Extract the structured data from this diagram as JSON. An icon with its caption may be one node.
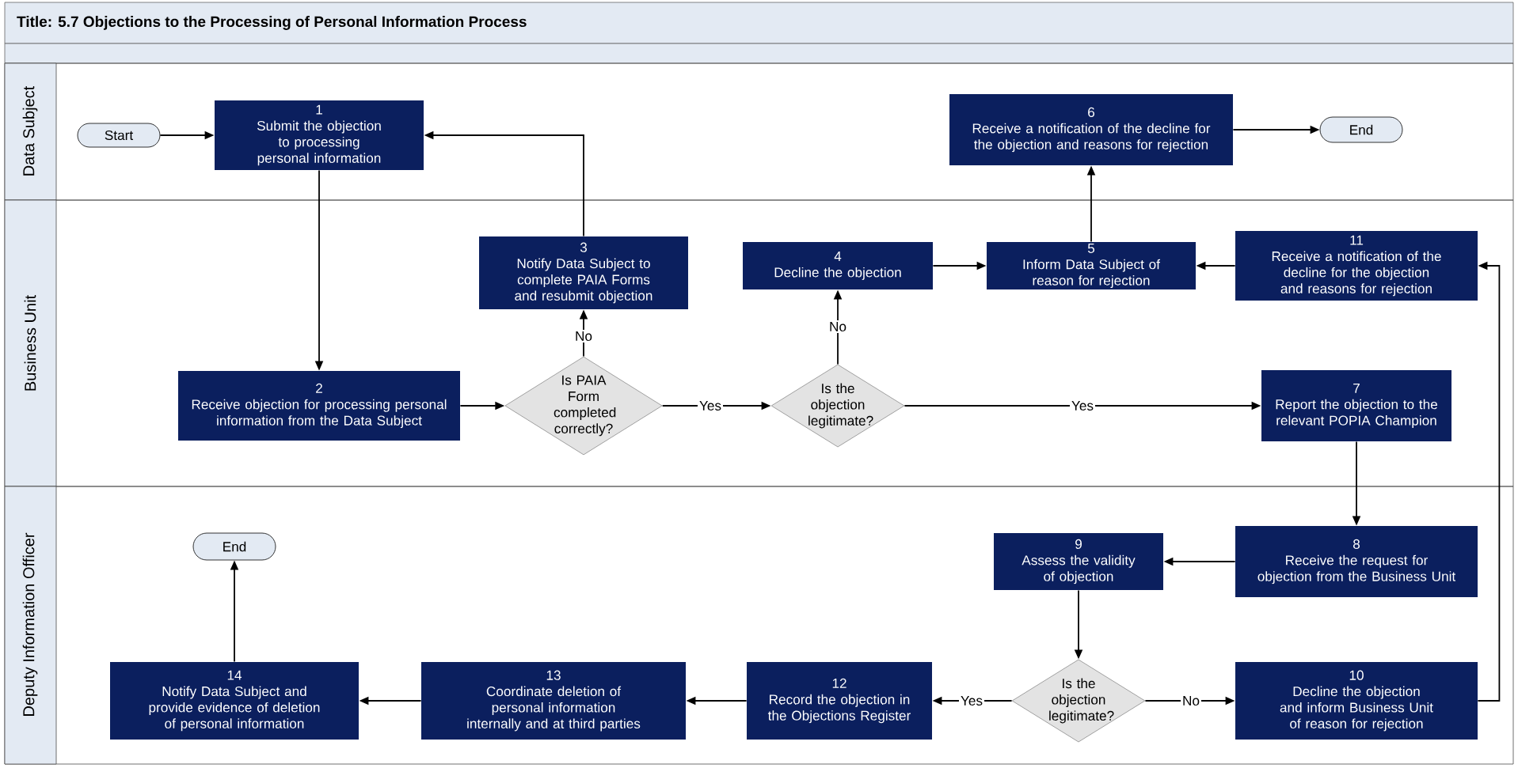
{
  "diagram": {
    "title": "Title: 5.7 Objections to the Processing of Personal Information Process",
    "nodes": [
      {
        "text": [
          "Data Subject"
        ]
      },
      {
        "text": [
          "Business Unit"
        ]
      },
      {
        "text": [
          "Deputy Information Officer"
        ]
      },
      {
        "text": [
          "Start"
        ],
        "in": 0
      },
      {
        "text": [
          "1",
          "Submit the objection to processing personal information"
        ],
        "in": 0
      },
      {
        "text": [
          "6",
          "Receive a notification of the decline for the objection and reasons for rejection"
        ],
        "in": 0
      },
      {
        "text": [
          "End"
        ],
        "in": 0
      },
      {
        "text": [
          "3",
          "Notify Data Subject to complete PAIA Forms and resubmit objection"
        ],
        "in": 1
      },
      {
        "text": [
          "4",
          "Decline the objection"
        ],
        "in": 1
      },
      {
        "text": [
          "5",
          "Inform Data Subject of reason for rejection"
        ],
        "in": 1
      },
      {
        "text": [
          "11",
          "Receive a notification of the decline for the objection and reasons for rejection"
        ],
        "in": 1
      },
      {
        "text": [
          "2",
          "Receive objection for processing personal information from the Data Subject"
        ],
        "in": 1
      },
      {
        "text": [
          "Is PAIA Form completed correctly?"
        ],
        "in": 1
      },
      {
        "text": [
          "Is the objection legitimate?"
        ],
        "in": 1
      },
      {
        "text": [
          "7",
          "Report the objection to the relevant POPIA Champion"
        ],
        "in": 1
      },
      {
        "text": [
          "End"
        ],
        "in": 2
      },
      {
        "text": [
          "9",
          "Assess the validity of objection"
        ],
        "in": 2
      },
      {
        "text": [
          "8",
          "Receive the request for objection from the Business Unit"
        ],
        "in": 2
      },
      {
        "text": [
          "14",
          "Notify Data Subject and provide evidence of deletion of personal information"
        ],
        "in": 2
      },
      {
        "text": [
          "13",
          "Coordinate deletion of personal information internally and at third parties"
        ],
        "in": 2
      },
      {
        "text": [
          "12",
          "Record the objection in the Objections Register"
        ],
        "in": 2
      },
      {
        "text": [
          "Is the objection legitimate?"
        ],
        "in": 2
      },
      {
        "text": [
          "10",
          "Decline the objection and inform Business Unit of reason for rejection"
        ],
        "in": 2
      }
    ],
    "edges": [
      {
        "from": 3,
        "to": 4,
        "arrow": "to"
      },
      {
        "from": 4,
        "to": 11,
        "arrow": "to"
      },
      {
        "from": 11,
        "to": 12,
        "arrow": "to"
      },
      {
        "from": 12,
        "to": 7,
        "arrow": "to",
        "label": "No"
      },
      {
        "from": 7,
        "to": 4,
        "arrow": "to"
      },
      {
        "from": 12,
        "to": 13,
        "arrow": "to",
        "label": "Yes"
      },
      {
        "from": 13,
        "to": 8,
        "arrow": "to",
        "label": "No"
      },
      {
        "from": 8,
        "to": 9,
        "arrow": "to"
      },
      {
        "from": 9,
        "to": 5,
        "arrow": "to"
      },
      {
        "from": 10,
        "to": 9,
        "arrow": "to"
      },
      {
        "from": 5,
        "to": 6,
        "arrow": "to"
      },
      {
        "from": 13,
        "to": 14,
        "arrow": "to",
        "label": "Yes"
      },
      {
        "from": 14,
        "to": 17,
        "arrow": "to"
      },
      {
        "from": 17,
        "to": 16,
        "arrow": "to"
      },
      {
        "from": 16,
        "to": 21,
        "arrow": "to"
      },
      {
        "from": 21,
        "to": 20,
        "arrow": "to",
        "label": "Yes"
      },
      {
        "from": 21,
        "to": 22,
        "arrow": "to",
        "label": "No"
      },
      {
        "from": 22,
        "to": 10,
        "arrow": "to"
      },
      {
        "from": 20,
        "to": 19,
        "arrow": "to"
      },
      {
        "from": 19,
        "to": 18,
        "arrow": "to"
      },
      {
        "from": 18,
        "to": 15,
        "arrow": "to"
      }
    ]
  }
}
